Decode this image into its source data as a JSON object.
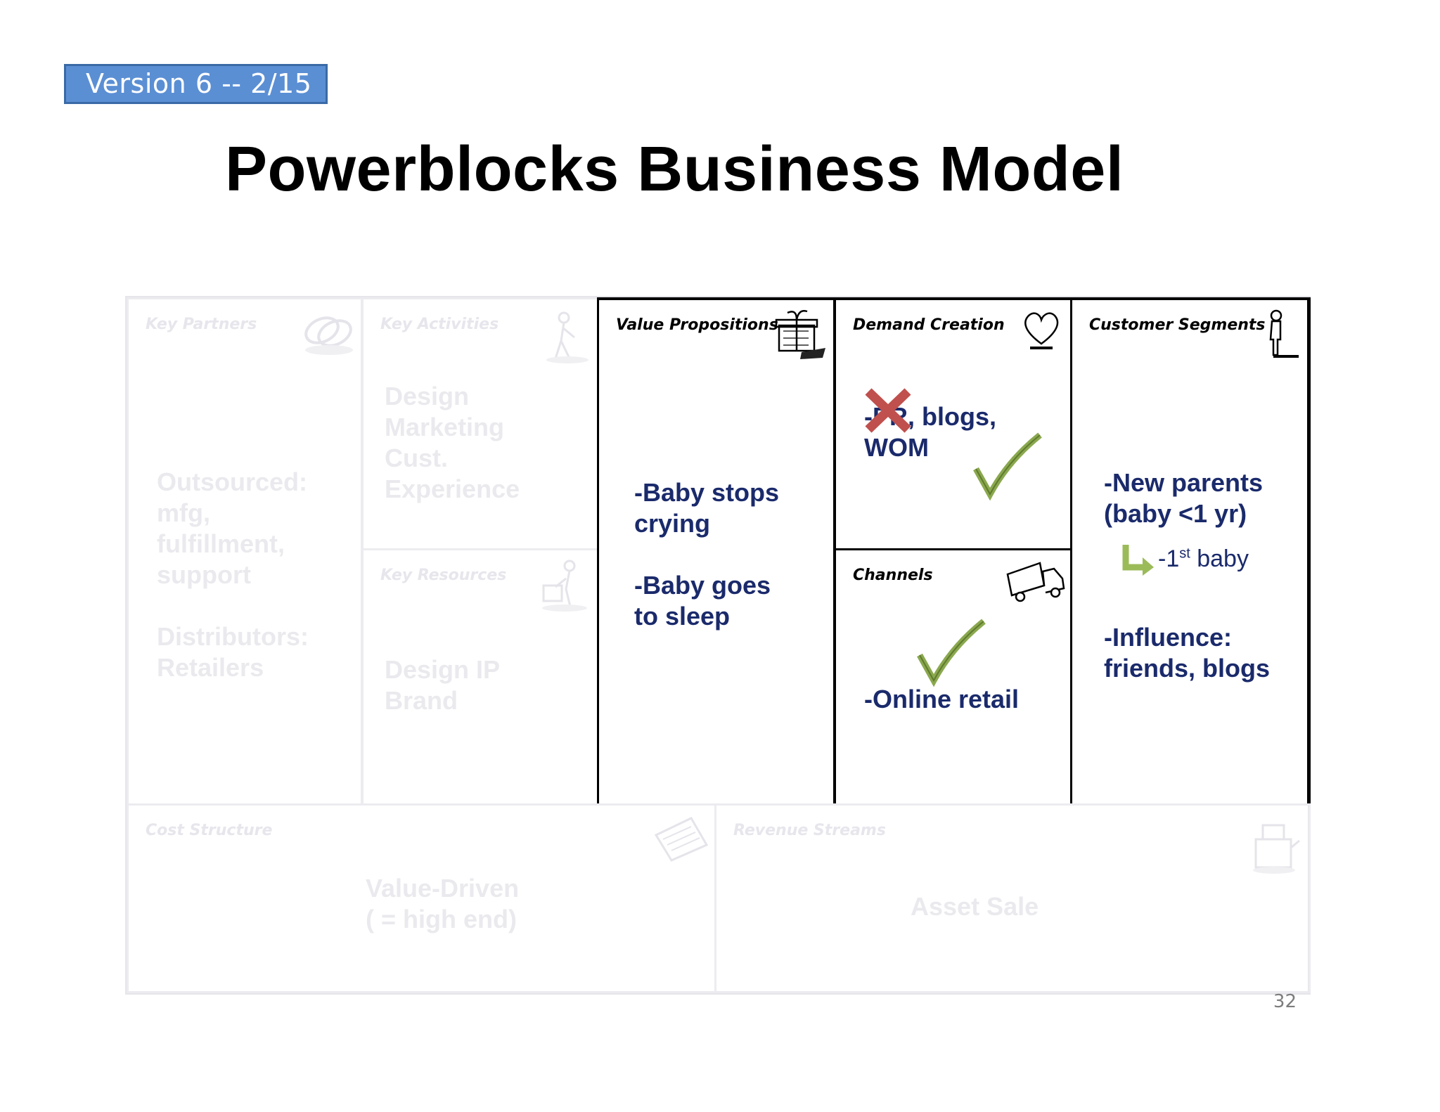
{
  "version_badge": "Version 6 -- 2/15",
  "title": "Powerblocks Business Model",
  "page_number": "32",
  "blocks": {
    "key_partners": {
      "label": "Key Partners",
      "content": "Outsourced:\nmfg,\nfulfillment,\nsupport\n\nDistributors:\nRetailers",
      "icon": "link-chain-icon"
    },
    "key_activities": {
      "label": "Key Activities",
      "content": "Design\nMarketing\nCust.\nExperience",
      "icon": "worker-icon"
    },
    "key_resources": {
      "label": "Key Resources",
      "content": "Design IP\nBrand",
      "icon": "worker-cart-icon"
    },
    "value_propositions": {
      "label": "Value Propositions",
      "content": "-Baby stops\ncrying\n\n-Baby goes\nto sleep",
      "icon": "gift-icon"
    },
    "demand_creation": {
      "label": "Demand Creation",
      "content_struck": "-PR",
      "content": "-PR, blogs,\nWOM",
      "icon": "heart-icon",
      "annotations": [
        "red-x-mark",
        "green-check-mark"
      ]
    },
    "channels": {
      "label": "Channels",
      "content": "-Online retail",
      "icon": "truck-icon",
      "annotations": [
        "green-check-mark"
      ]
    },
    "customer_segments": {
      "label": "Customer Segments",
      "content_1": "-New parents\n(baby <1 yr)",
      "sub_prefix": "-1",
      "sub_sup": "st",
      "sub_suffix": " baby",
      "content_2": "-Influence:\nfriends, blogs",
      "icon": "person-icon"
    },
    "cost_structure": {
      "label": "Cost Structure",
      "content": "Value-Driven\n( = high end)",
      "icon": "papers-icon"
    },
    "revenue_streams": {
      "label": "Revenue Streams",
      "content": "Asset Sale",
      "icon": "cash-register-icon"
    }
  },
  "colors": {
    "navy_text": "#1a2a6b",
    "faded_text": "#eaeaee",
    "badge_bg": "#5b8fd4",
    "check_green": "#8aa84e",
    "x_red": "#c0504d",
    "arrow_green": "#9bbb59"
  }
}
